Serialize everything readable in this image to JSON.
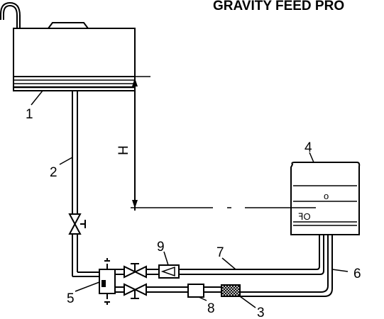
{
  "diagram": {
    "title": "GRAVITY FEED PRO",
    "height_label": "H",
    "tank_marking": "o",
    "tank_level_mark": "ꟻO",
    "callouts": [
      {
        "id": "tank",
        "label": "1"
      },
      {
        "id": "supply-pipe",
        "label": "2"
      },
      {
        "id": "filter",
        "label": "3"
      },
      {
        "id": "receiver",
        "label": "4"
      },
      {
        "id": "manifold",
        "label": "5"
      },
      {
        "id": "outer-pipe",
        "label": "6"
      },
      {
        "id": "upper-line",
        "label": "7"
      },
      {
        "id": "pump",
        "label": "8"
      },
      {
        "id": "flow-meter",
        "label": "9"
      }
    ]
  }
}
